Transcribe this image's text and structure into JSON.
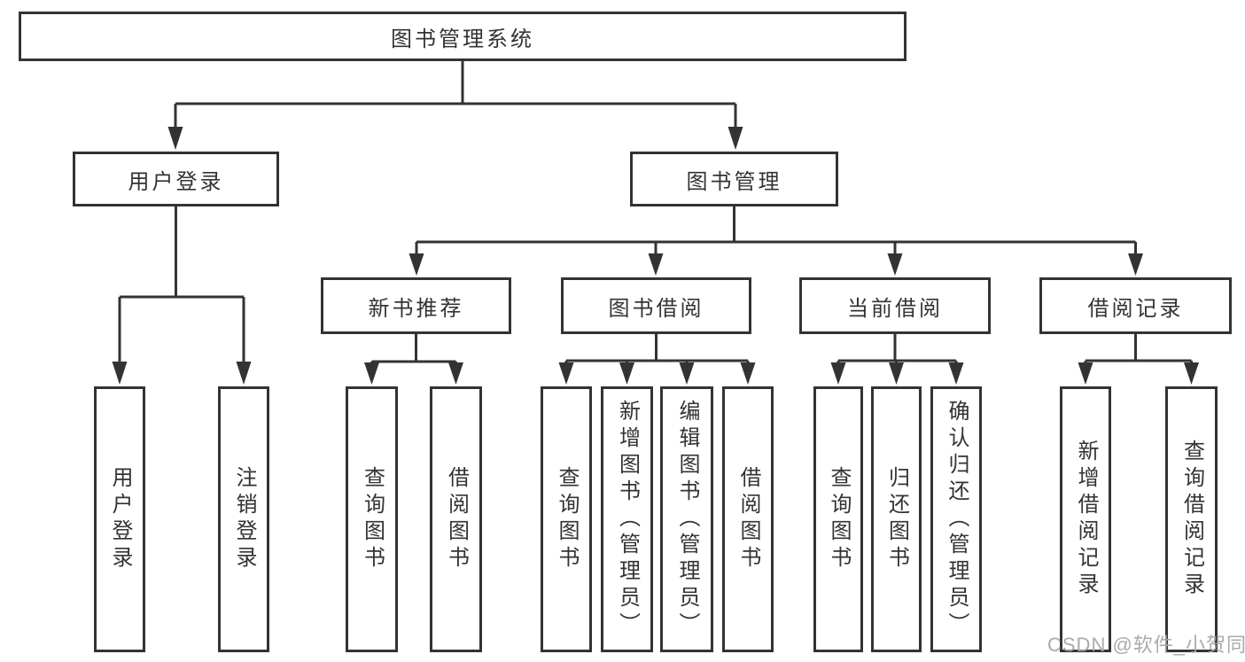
{
  "diagram_title": "图书管理系统",
  "colors": {
    "line": "#333333",
    "text": "#333333",
    "background": "#ffffff",
    "watermark": "#a5a5a5"
  },
  "watermark": "CSDN @软件_小贺同学",
  "tree": {
    "label": "图书管理系统",
    "children": [
      {
        "label": "用户登录",
        "children": [
          {
            "label": "用户登录"
          },
          {
            "label": "注销登录"
          }
        ]
      },
      {
        "label": "图书管理",
        "children": [
          {
            "label": "新书推荐",
            "children": [
              {
                "label": "查询图书"
              },
              {
                "label": "借阅图书"
              }
            ]
          },
          {
            "label": "图书借阅",
            "children": [
              {
                "label": "查询图书"
              },
              {
                "label": "新增图书（管理员）"
              },
              {
                "label": "编辑图书（管理员）"
              },
              {
                "label": "借阅图书"
              }
            ]
          },
          {
            "label": "当前借阅",
            "children": [
              {
                "label": "查询图书"
              },
              {
                "label": "归还图书"
              },
              {
                "label": "确认归还（管理员）"
              }
            ]
          },
          {
            "label": "借阅记录",
            "children": [
              {
                "label": "新增借阅记录"
              },
              {
                "label": "查询借阅记录"
              }
            ]
          }
        ]
      }
    ]
  }
}
